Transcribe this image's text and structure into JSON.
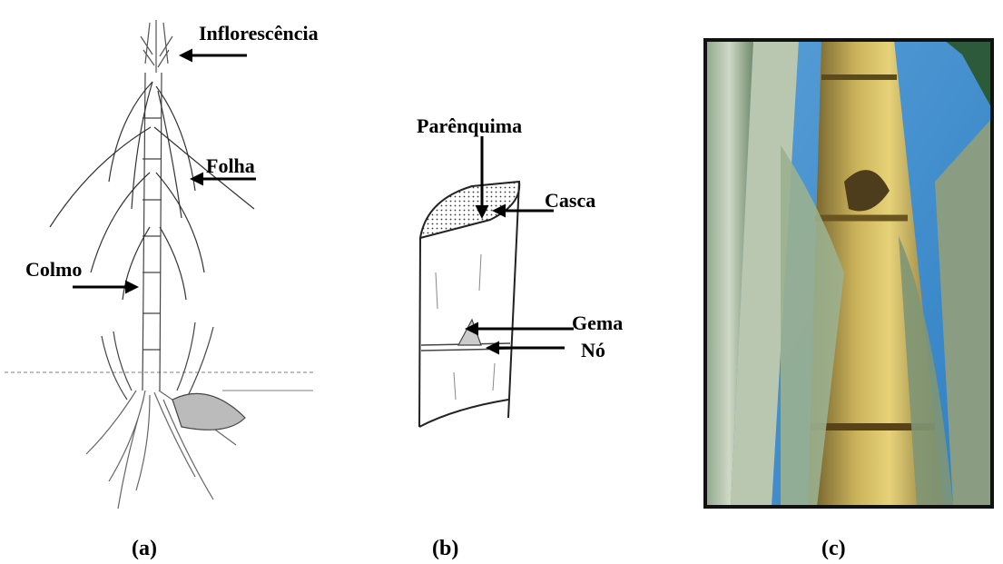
{
  "panel_a": {
    "labels": {
      "inflorescence": "Inflorescência",
      "leaf": "Folha",
      "stalk": "Colmo"
    },
    "caption": "(a)"
  },
  "panel_b": {
    "labels": {
      "parenchyma": "Parênquima",
      "rind": "Casca",
      "bud": "Gema",
      "node": "Nó"
    },
    "caption": "(b)"
  },
  "panel_c": {
    "caption": "(c)"
  }
}
